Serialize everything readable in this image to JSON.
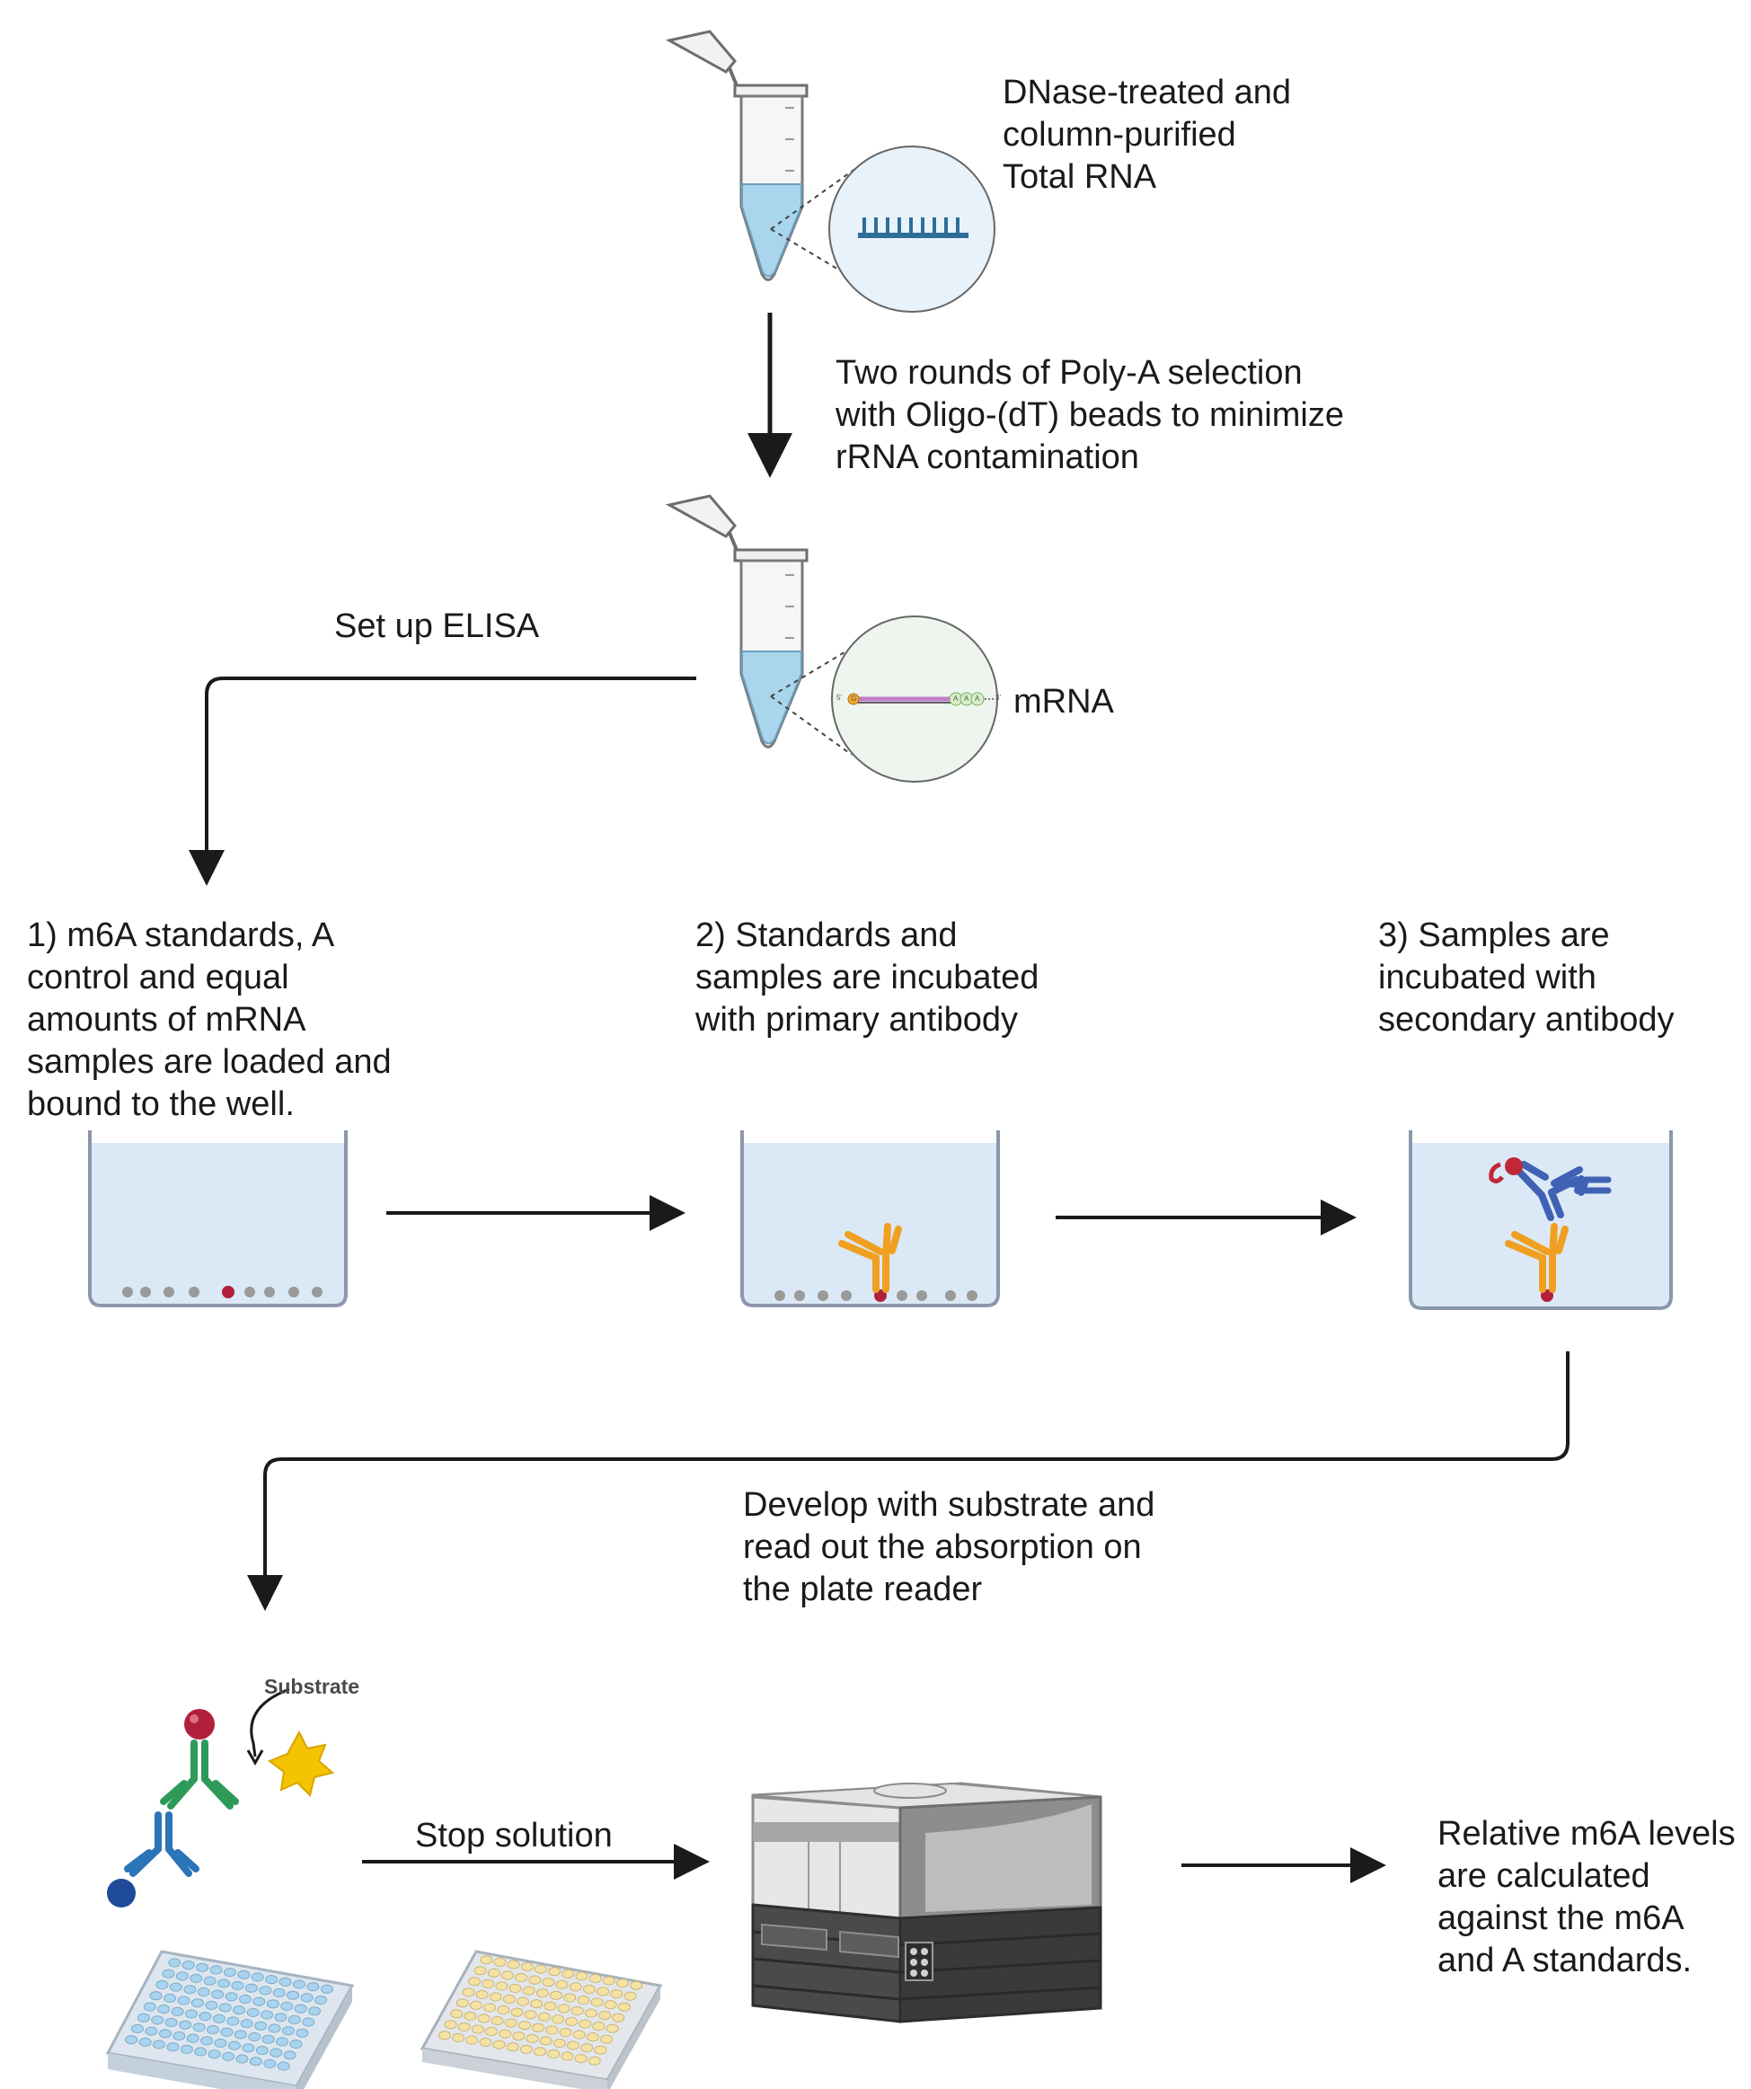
{
  "steps": {
    "total_rna": [
      "DNase-treated and",
      "column-purified",
      "Total RNA"
    ],
    "polya_selection": [
      "Two rounds of Poly-A selection",
      "with Oligo-(dT) beads to minimize",
      "rRNA contamination"
    ],
    "mrna": "mRNA",
    "setup_elisa": "Set up ELISA",
    "step1": [
      "1) m6A standards, A",
      "control and equal",
      "amounts of mRNA",
      "samples are loaded and",
      "bound to the well."
    ],
    "step2": [
      "2) Standards and",
      "samples are incubated",
      "with primary antibody"
    ],
    "step3": [
      "3) Samples are",
      "incubated with",
      "secondary antibody"
    ],
    "develop": [
      "Develop with substrate and",
      "read out the absorption on",
      "the plate reader"
    ],
    "substrate": "Substrate",
    "stop_solution": "Stop solution",
    "result": [
      "Relative m6A levels",
      "are calculated",
      "against the m6A",
      "and A standards."
    ]
  },
  "mrna_end_labels": {
    "five_prime": "5'",
    "cap": "G",
    "bases": [
      "A",
      "A",
      "A"
    ],
    "three_prime": "3'"
  },
  "colors": {
    "arrow": "#1a1a1a",
    "liquid": "#a9d6ec",
    "well_fill": "#dbe9f7",
    "well_border": "#8a97ab",
    "bead_grey": "#9a9a9a",
    "bead_red": "#b0203a",
    "primary_antibody": "#f0a020",
    "secondary_antibody": "#3f62b4",
    "enzyme": "#c0283a",
    "green_antibody": "#2e9a5a",
    "blue_antibody": "#2a74b8",
    "substrate_star": "#f5c400",
    "rna_strand": "#2d6e98",
    "mrna_strand": "#c27bc8"
  }
}
